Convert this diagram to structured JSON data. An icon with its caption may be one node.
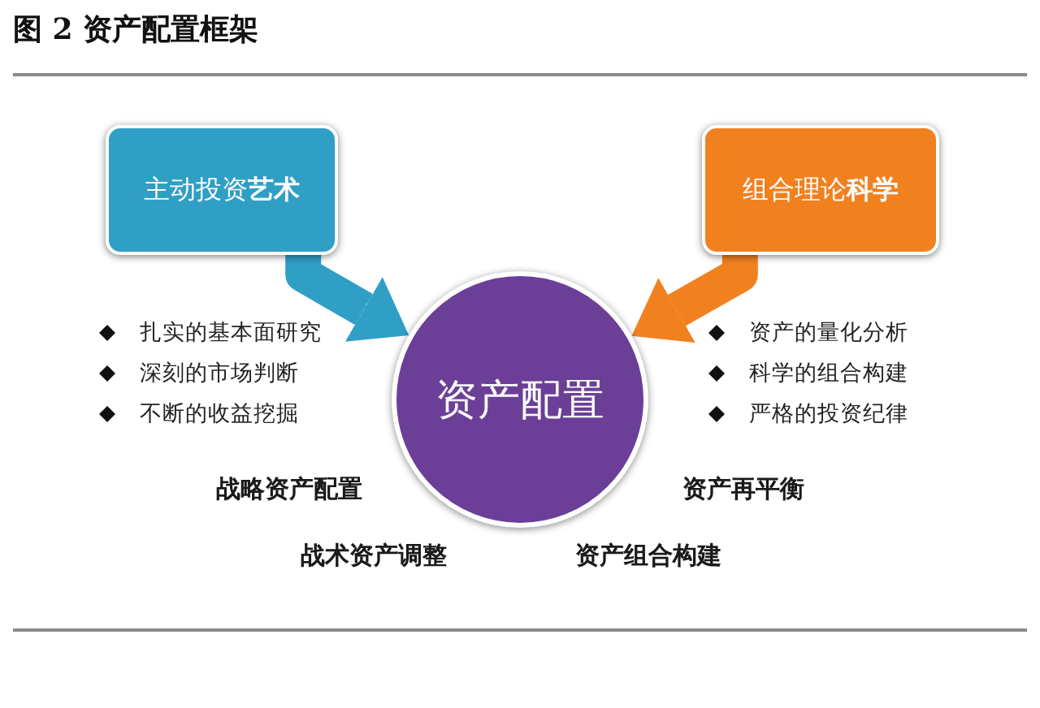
{
  "diagram": {
    "title": "图 2 资产配置框架",
    "nodes": [
      {
        "text": [
          "主动投资**艺术**"
        ]
      },
      {
        "text": [
          "组合理论**科学**"
        ]
      },
      {
        "text": [
          "资产配置"
        ]
      }
    ],
    "edges": [
      {
        "from": 0,
        "to": 2,
        "arrow": "to",
        "style": "thick",
        "color": "#2f9fc6"
      },
      {
        "from": 1,
        "to": 2,
        "arrow": "to",
        "style": "thick",
        "color": "#f1811f"
      }
    ],
    "labels": [
      "扎实的基本面研究",
      "深刻的市场判断",
      "不断的收益挖掘",
      "资产的量化分析",
      "科学的组合构建",
      "严格的投资纪律",
      "战略资产配置",
      "资产再平衡",
      "战术资产调整",
      "资产组合构建"
    ]
  }
}
